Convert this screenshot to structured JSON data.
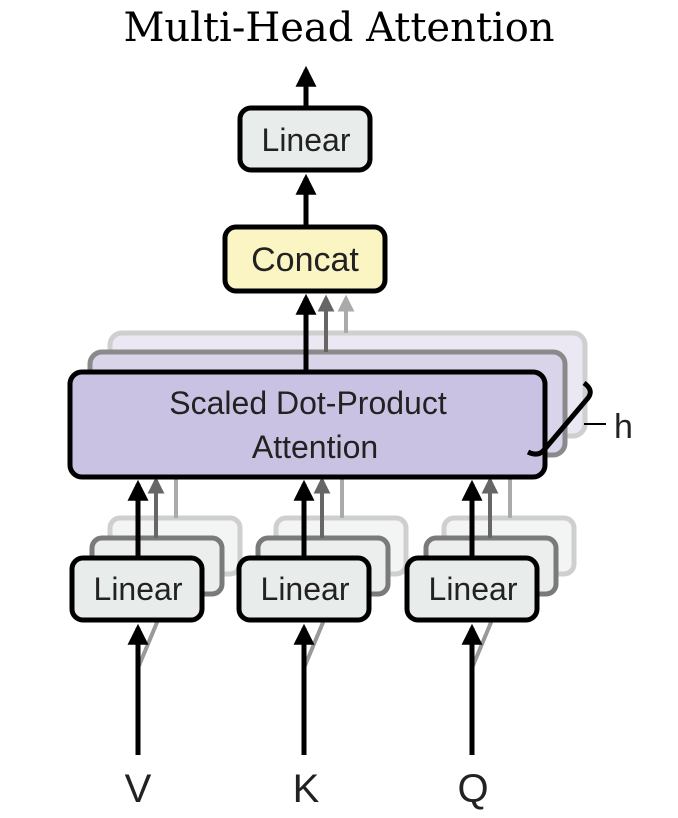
{
  "title": "Multi-Head Attention",
  "blocks": {
    "top_linear": "Linear",
    "concat": "Concat",
    "attention_line1": "Scaled Dot-Product",
    "attention_line2": "Attention",
    "linear_v": "Linear",
    "linear_k": "Linear",
    "linear_q": "Linear"
  },
  "labels": {
    "heads": "h",
    "v": "V",
    "k": "K",
    "q": "Q"
  },
  "colors": {
    "linear_fill": "#e8ecea",
    "concat_fill": "#fbf5c4",
    "attention_fill": "#c9c2e2",
    "stroke": "#000000"
  }
}
